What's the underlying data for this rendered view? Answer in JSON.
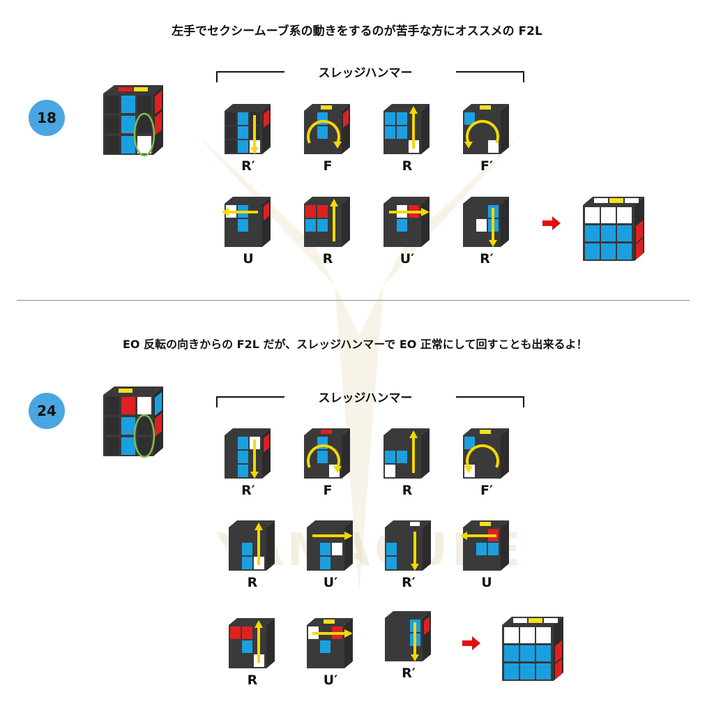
{
  "title": "左手でセクシームーブ系の動きをするのが苦手な方にオススメの F2L",
  "subtitle": "EO 反転の向きからの F2L だが、スレッジハンマーで EO 正常にして回すことも出来るよ！",
  "watermark": "YAMACUBE",
  "colors": {
    "badge": "#4aa6e0",
    "cube_sticker_blue": "#1aa0e0",
    "cube_sticker_red": "#e02020",
    "cube_sticker_yellow": "#f5e020",
    "cube_sticker_white": "#ffffff",
    "cube_body": "#3a3a3a",
    "arrow_yellow": "#f5d800",
    "arrow_red": "#e01010",
    "highlight_ring": "#7cc04a"
  },
  "sections": [
    {
      "number": "18",
      "sequence_name": "スレッジハンマー",
      "moves": [
        "R′",
        "F",
        "R",
        "F′",
        "U",
        "R",
        "U′",
        "R′"
      ]
    },
    {
      "number": "24",
      "sequence_name": "スレッジハンマー",
      "moves": [
        "R′",
        "F",
        "R",
        "F′",
        "R",
        "U′",
        "R′",
        "U",
        "R",
        "U′",
        "R′"
      ]
    }
  ]
}
